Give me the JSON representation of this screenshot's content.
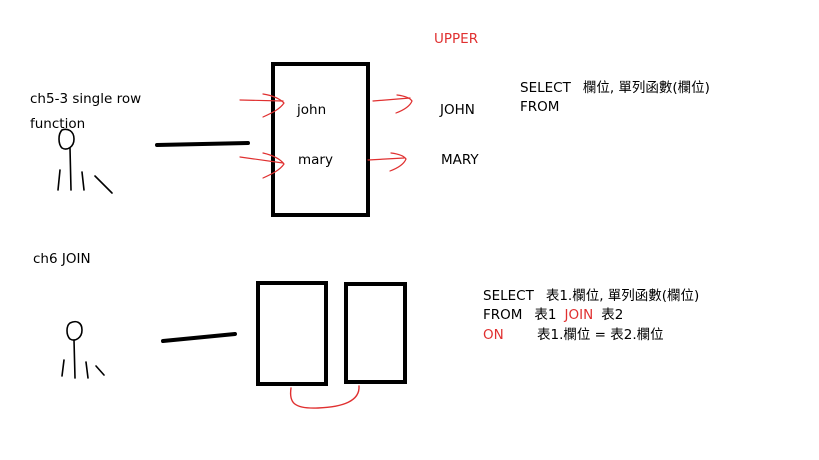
{
  "colors": {
    "ink": "#000000",
    "accent_red": "#e03030",
    "background": "#ffffff"
  },
  "section1": {
    "title_line1": "ch5-3 single row",
    "title_line2": "function",
    "function_label": "UPPER",
    "inputs": [
      "john",
      "mary"
    ],
    "outputs": [
      "JOHN",
      "MARY"
    ],
    "sql": {
      "select_kw": "SELECT",
      "select_rest": "欄位,  單列函數(欄位)",
      "from_kw": "FROM"
    }
  },
  "section2": {
    "title": "ch6 JOIN",
    "sql": {
      "select_kw": "SELECT",
      "select_rest": "表1.欄位,  單列函數(欄位)",
      "from_kw": "FROM",
      "from_table1": "表1",
      "join_kw": "JOIN",
      "from_table2": "表2",
      "on_kw": "ON",
      "on_rest": "表1.欄位  =  表2.欄位"
    }
  }
}
